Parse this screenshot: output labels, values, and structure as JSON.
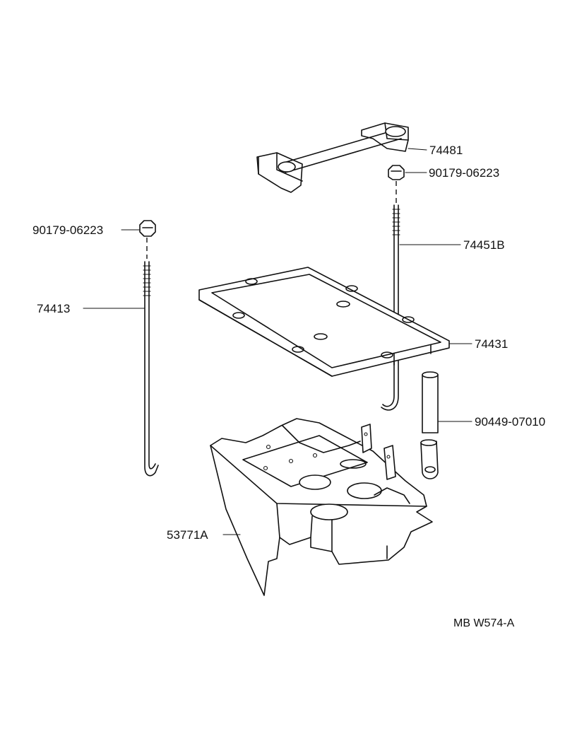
{
  "parts": {
    "clamp": "74481",
    "nut_right": "90179-06223",
    "rod_right": "74451B",
    "nut_left": "90179-06223",
    "rod_left": "74413",
    "tray": "74431",
    "hose": "90449-07010",
    "carrier": "53771A"
  },
  "diagram_code": "MB W574-A"
}
